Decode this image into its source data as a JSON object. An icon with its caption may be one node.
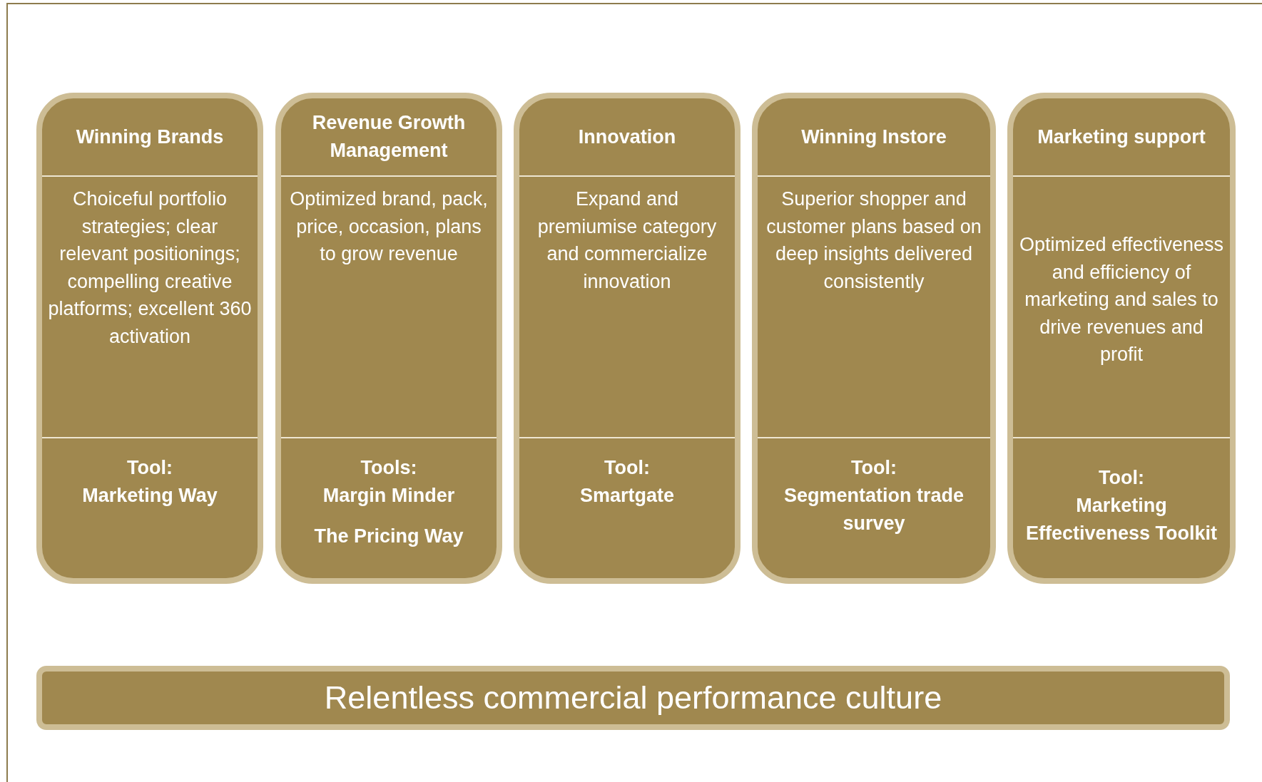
{
  "diagram": {
    "nodes": [
      {
        "text": [
          "Winning Brands",
          "Choiceful portfolio strategies; clear relevant positionings; compelling creative platforms; excellent 360 activation",
          "Tool:",
          "Marketing Way"
        ]
      },
      {
        "text": [
          "Revenue Growth Management",
          "Optimized brand, pack, price, occasion, plans to grow revenue",
          "Tools:",
          "Margin Minder",
          "The Pricing Way"
        ]
      },
      {
        "text": [
          "Innovation",
          "Expand and premiumise category and commercialize innovation",
          "Tool:",
          "Smartgate"
        ]
      },
      {
        "text": [
          "Winning Instore",
          "Superior shopper and customer plans based on deep insights delivered consistently",
          "Tool:",
          "Segmentation trade survey"
        ]
      },
      {
        "text": [
          "Marketing support",
          "Optimized effectiveness and efficiency of marketing and sales to drive revenues and profit",
          "Tool:",
          "Marketing Effectiveness Toolkit"
        ]
      },
      {
        "text": [
          "Relentless commercial performance culture"
        ]
      }
    ]
  }
}
